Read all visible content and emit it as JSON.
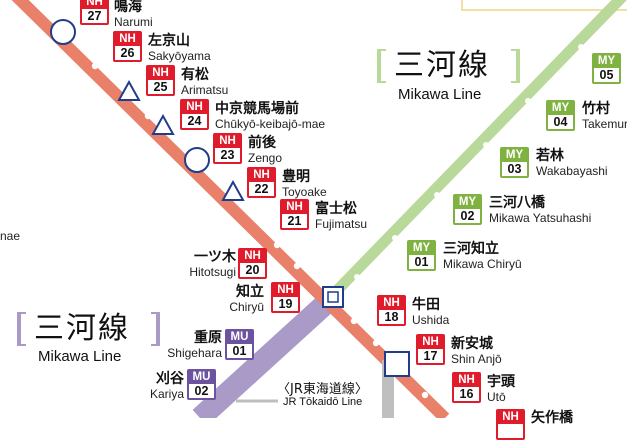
{
  "colors": {
    "nagoya_main": "#e8806a",
    "nagoya_badge": "#e01c2c",
    "mikawa": "#b8d99a",
    "mikawa_badge": "#7fb241",
    "mu_line": "#a99ac8",
    "mu_badge": "#6b539f",
    "jr_line": "#bfbfbf",
    "station_stroke": "#1f3d8a"
  },
  "mikawa_line_right": {
    "title_jp": "三河線",
    "title_en": "Mikawa Line"
  },
  "mikawa_line_left": {
    "title_jp": "三河線",
    "title_en": "Mikawa Line"
  },
  "jr_line": {
    "label_jp": "〈JR東海道線〉",
    "label_en": "JR Tōkaidō Line"
  },
  "edge_text": {
    "left_fragment": "nae"
  },
  "nh_stations": [
    {
      "code": "NH",
      "number": "27",
      "name_jp": "鳴海",
      "name_en": "Narumi"
    },
    {
      "code": "NH",
      "number": "26",
      "name_jp": "左京山",
      "name_en": "Sakyōyama"
    },
    {
      "code": "NH",
      "number": "25",
      "name_jp": "有松",
      "name_en": "Arimatsu"
    },
    {
      "code": "NH",
      "number": "24",
      "name_jp": "中京競馬場前",
      "name_en": "Chūkyō-keibajō-mae"
    },
    {
      "code": "NH",
      "number": "23",
      "name_jp": "前後",
      "name_en": "Zengo"
    },
    {
      "code": "NH",
      "number": "22",
      "name_jp": "豊明",
      "name_en": "Toyoake"
    },
    {
      "code": "NH",
      "number": "21",
      "name_jp": "富士松",
      "name_en": "Fujimatsu"
    },
    {
      "code": "NH",
      "number": "20",
      "name_jp": "一ツ木",
      "name_en": "Hitotsugi"
    },
    {
      "code": "NH",
      "number": "19",
      "name_jp": "知立",
      "name_en": "Chiryū"
    },
    {
      "code": "NH",
      "number": "18",
      "name_jp": "牛田",
      "name_en": "Ushida"
    },
    {
      "code": "NH",
      "number": "17",
      "name_jp": "新安城",
      "name_en": "Shin Anjō"
    },
    {
      "code": "NH",
      "number": "16",
      "name_jp": "宇頭",
      "name_en": "Utō"
    },
    {
      "code": "NH",
      "number": "",
      "name_jp": "矢作橋",
      "name_en": ""
    }
  ],
  "my_stations": [
    {
      "code": "MY",
      "number": "05",
      "name_jp": "",
      "name_en": ""
    },
    {
      "code": "MY",
      "number": "04",
      "name_jp": "竹村",
      "name_en": "Takemura"
    },
    {
      "code": "MY",
      "number": "03",
      "name_jp": "若林",
      "name_en": "Wakabayashi"
    },
    {
      "code": "MY",
      "number": "02",
      "name_jp": "三河八橋",
      "name_en": "Mikawa Yatsuhashi"
    },
    {
      "code": "MY",
      "number": "01",
      "name_jp": "三河知立",
      "name_en": "Mikawa Chiryū"
    }
  ],
  "mu_stations": [
    {
      "code": "MU",
      "number": "01",
      "name_jp": "重原",
      "name_en": "Shigehara"
    },
    {
      "code": "MU",
      "number": "02",
      "name_jp": "刈谷",
      "name_en": "Kariya"
    }
  ]
}
